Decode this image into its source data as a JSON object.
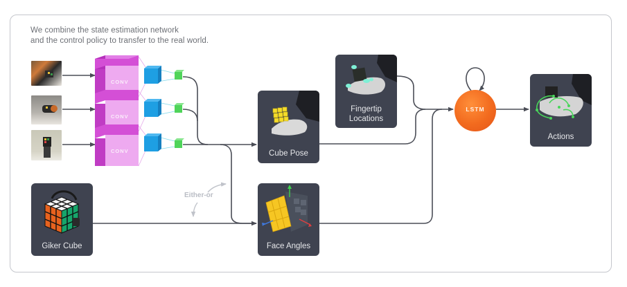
{
  "caption": {
    "line1": "We combine the state estimation network",
    "line2": "and the control policy to transfer to the real world."
  },
  "inputs": {
    "camera_images": [
      {
        "name": "camera-view-1"
      },
      {
        "name": "camera-view-2"
      },
      {
        "name": "camera-view-3"
      }
    ],
    "giker_cube": {
      "label": "Giker Cube"
    }
  },
  "conv_blocks": [
    {
      "label": "CONV"
    },
    {
      "label": "CONV"
    },
    {
      "label": "CONV"
    }
  ],
  "nodes": {
    "cube_pose": {
      "label": "Cube Pose"
    },
    "face_angles": {
      "label": "Face Angles"
    },
    "fingertip": {
      "label_line1": "Fingertip",
      "label_line2": "Locations"
    },
    "lstm": {
      "label": "LSTM"
    },
    "actions": {
      "label": "Actions"
    }
  },
  "annotations": {
    "either_or": "Either-or"
  },
  "colors": {
    "card_bg": "#3f4350",
    "wire": "#4a4d56",
    "conv_magenta": "#d44fd6",
    "feature_blue": "#1ea0e6",
    "feature_green": "#4fd45a",
    "lstm_orange": "#f26a1e",
    "cube_yellow": "#f5dc2a"
  }
}
